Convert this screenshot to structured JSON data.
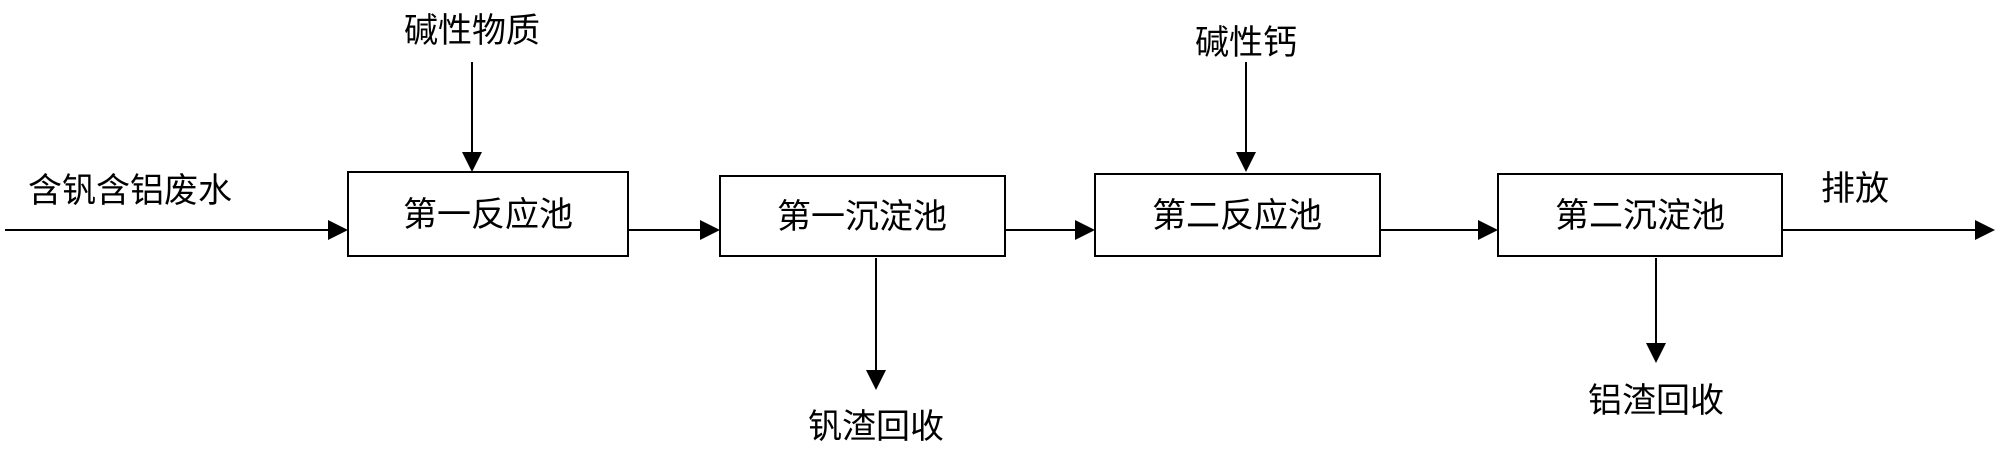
{
  "inputs": {
    "wastewater": "含钒含铝废水",
    "alkaline_substance": "碱性物质",
    "alkaline_calcium": "碱性钙"
  },
  "stages": {
    "first_reaction": "第一反应池",
    "first_settling": "第一沉淀池",
    "second_reaction": "第二反应池",
    "second_settling": "第二沉淀池"
  },
  "outputs": {
    "vanadium_residue": "钒渣回收",
    "aluminum_residue": "铝渣回收",
    "discharge": "排放"
  }
}
